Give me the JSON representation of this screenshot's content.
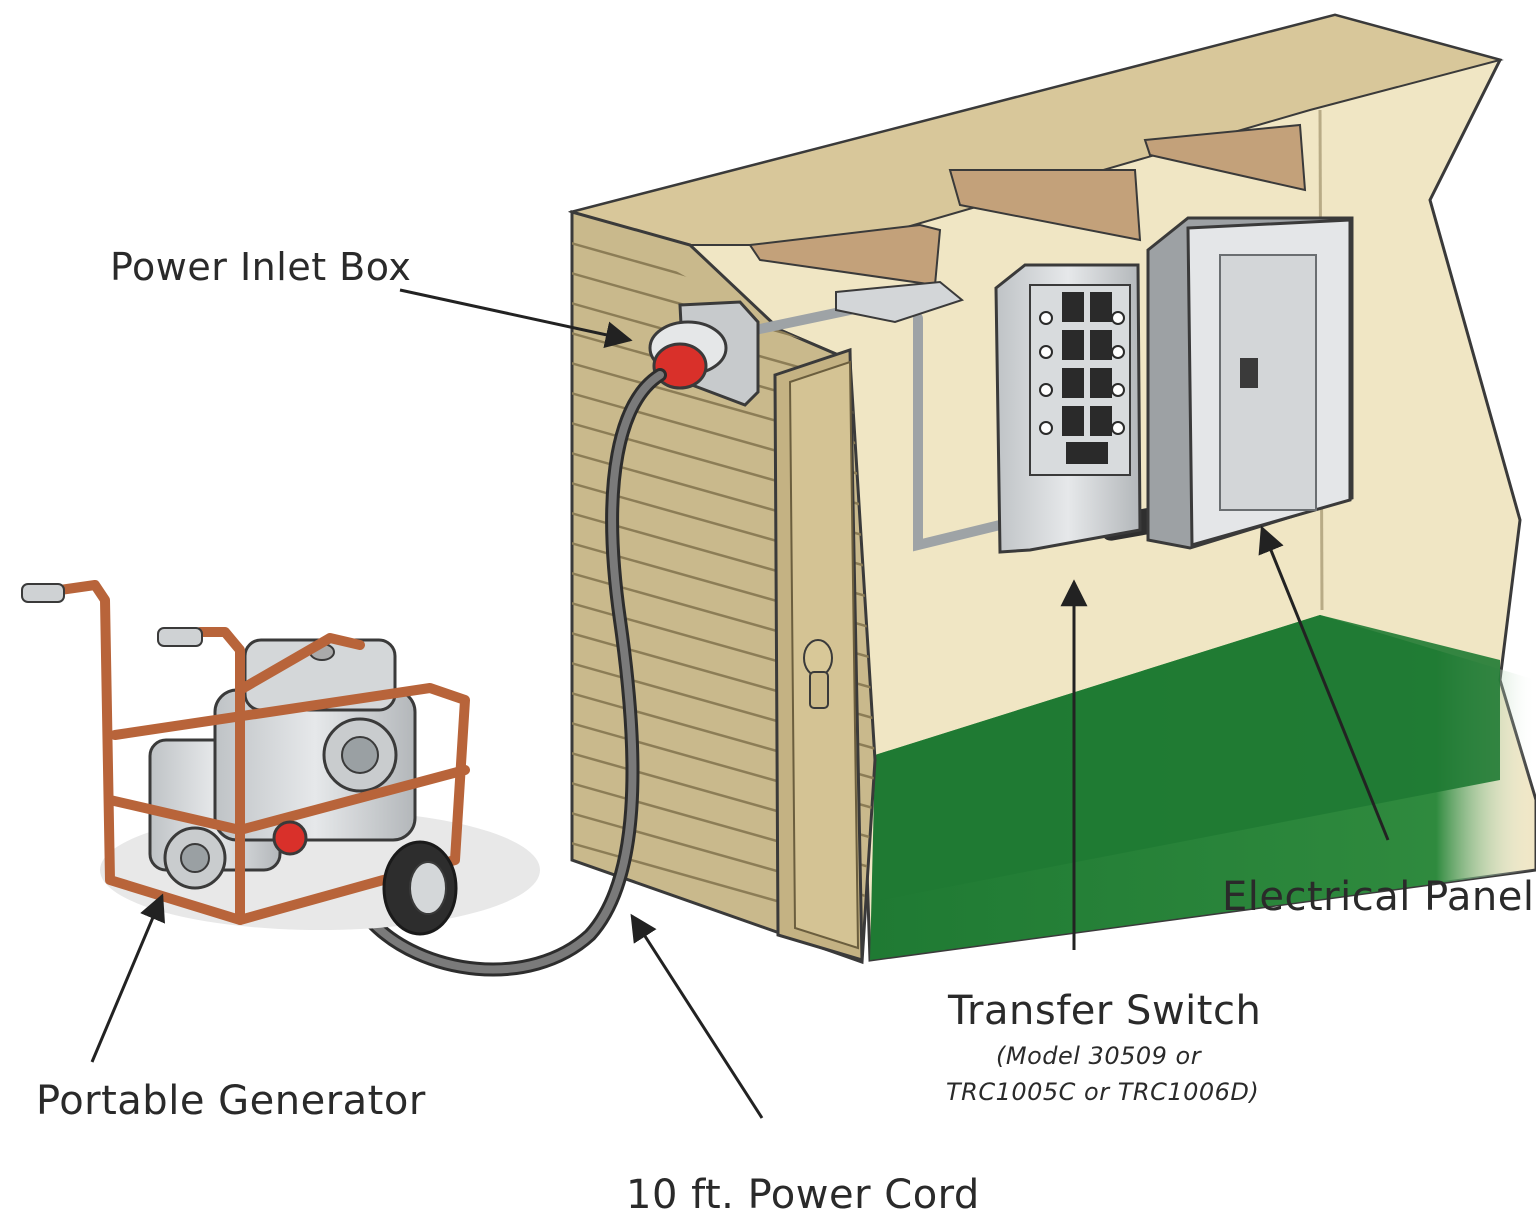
{
  "labels": {
    "power_inlet_box": "Power Inlet Box",
    "portable_generator": "Portable Generator",
    "power_cord": "10 ft. Power Cord",
    "electrical_panel": "Electrical Panel",
    "transfer_switch": "Transfer Switch",
    "model_line1": "(Model 30509 or",
    "model_line2": "TRC1005C or TRC1006D)"
  },
  "colors": {
    "siding": "#c9b98c",
    "interior_wall": "#f0e6c4",
    "floor_green": "#1f7a33",
    "generator_frame": "#b8643a",
    "plug_red": "#d9302a",
    "metal_gray": "#cfd2d4",
    "cord": "#555555"
  }
}
